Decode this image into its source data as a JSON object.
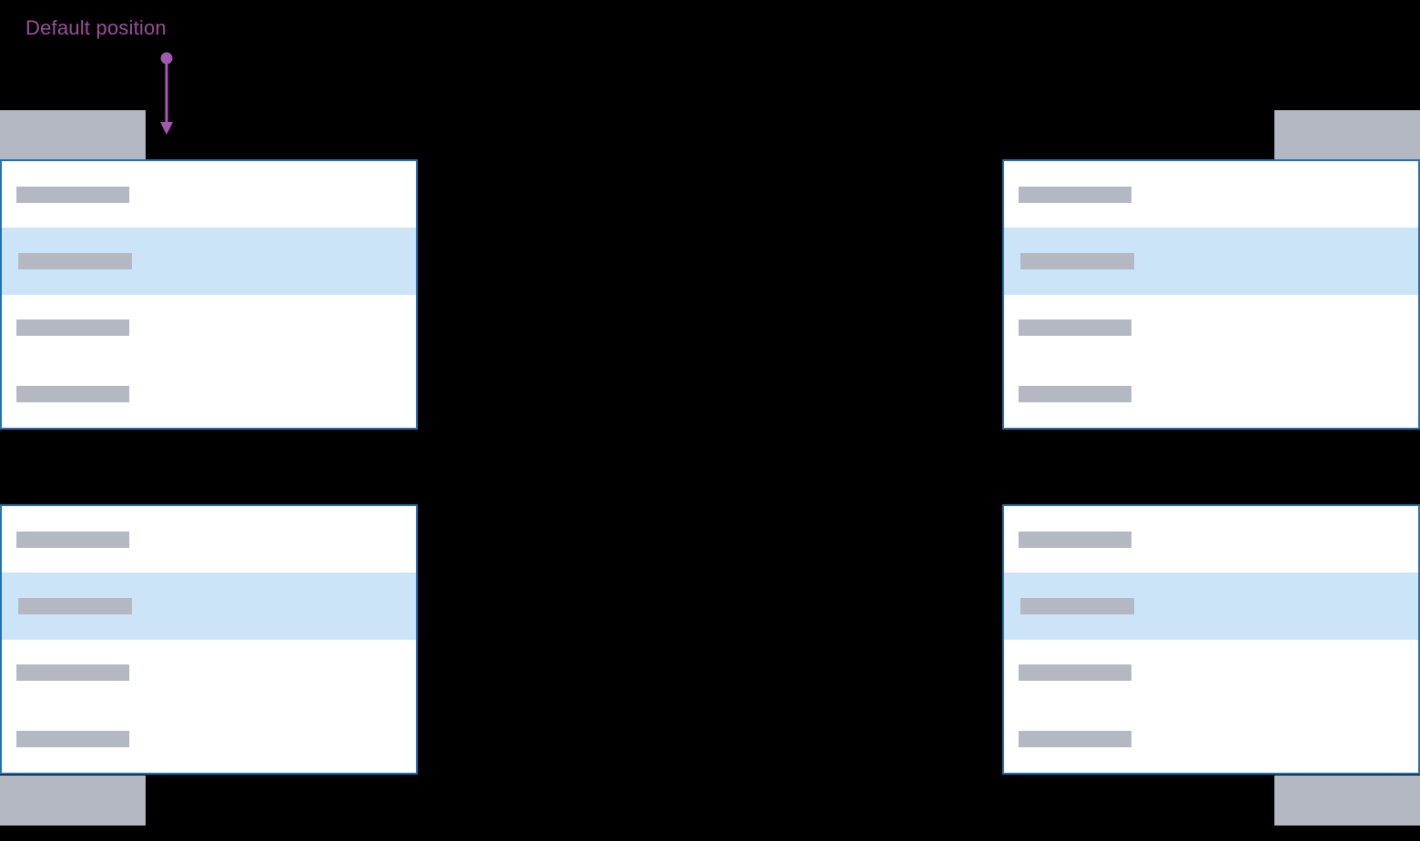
{
  "annotation": {
    "label": "Default position"
  },
  "colors": {
    "background": "#000000",
    "accent_text": "#9c4f9e",
    "accent_arrow": "#a35bb0",
    "trigger_fill": "#b3b8c2",
    "panel_bg": "#ffffff",
    "panel_border": "#2270af",
    "item_highlight": "#cce4f7",
    "placeholder_fill": "#b3b8c2"
  },
  "menus": [
    {
      "id": "top-left",
      "placement": "menu-below-trigger-left-aligned",
      "items": [
        {
          "highlighted": false
        },
        {
          "highlighted": true
        },
        {
          "highlighted": false
        },
        {
          "highlighted": false
        }
      ]
    },
    {
      "id": "top-right",
      "placement": "menu-below-trigger-right-aligned",
      "items": [
        {
          "highlighted": false
        },
        {
          "highlighted": true
        },
        {
          "highlighted": false
        },
        {
          "highlighted": false
        }
      ]
    },
    {
      "id": "bottom-left",
      "placement": "menu-above-trigger-left-aligned",
      "items": [
        {
          "highlighted": false
        },
        {
          "highlighted": true
        },
        {
          "highlighted": false
        },
        {
          "highlighted": false
        }
      ]
    },
    {
      "id": "bottom-right",
      "placement": "menu-above-trigger-right-aligned",
      "items": [
        {
          "highlighted": false
        },
        {
          "highlighted": true
        },
        {
          "highlighted": false
        },
        {
          "highlighted": false
        }
      ]
    }
  ]
}
